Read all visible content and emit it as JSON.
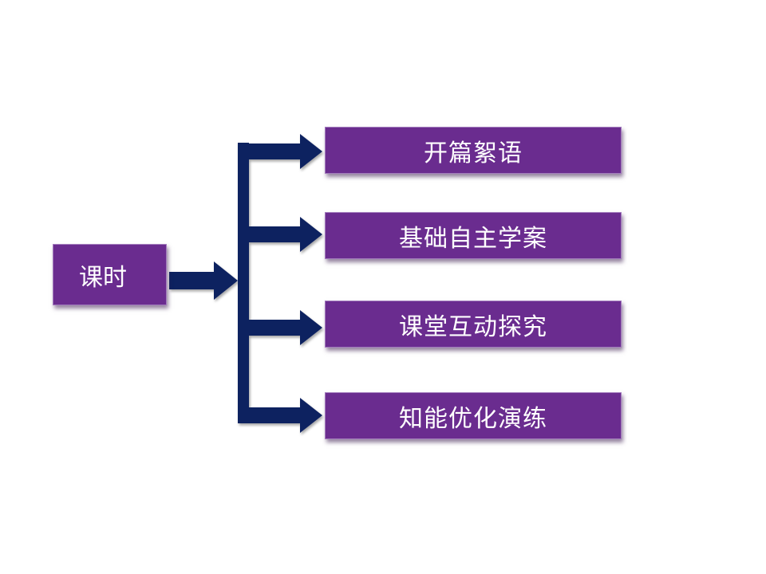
{
  "diagram": {
    "root": {
      "label": "课时"
    },
    "items": [
      {
        "label": "开篇絮语"
      },
      {
        "label": "基础自主学案"
      },
      {
        "label": "课堂互动探究"
      },
      {
        "label": "知能优化演练"
      }
    ],
    "colors": {
      "box_fill": "#6a2c8f",
      "box_text": "#ffffff",
      "arrow": "#102060"
    }
  }
}
